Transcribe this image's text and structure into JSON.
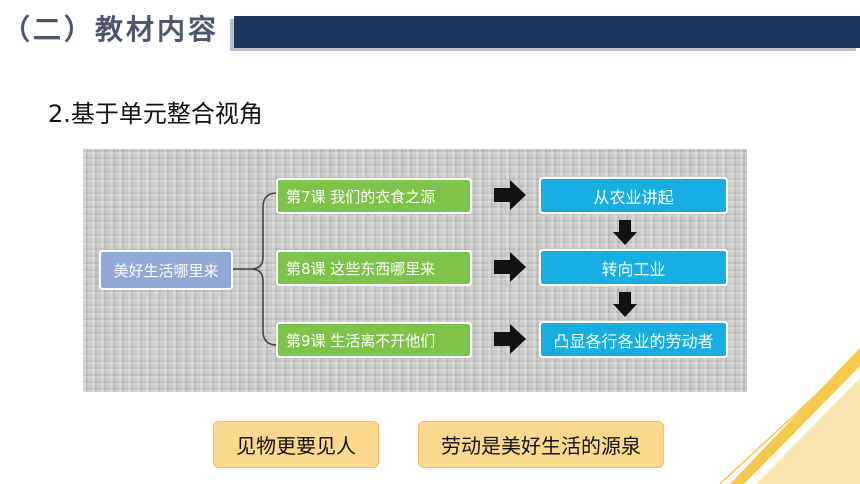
{
  "header": {
    "section_title": "（二）教材内容",
    "subtitle": "2.基于单元整合视角"
  },
  "diagram": {
    "root": "美好生活哪里来",
    "lessons": [
      "第7课 我们的衣食之源",
      "第8课 这些东西哪里来",
      "第9课 生活离不开他们"
    ],
    "outcomes": [
      "从农业讲起",
      "转向工业",
      "凸显各行各业的劳动者"
    ]
  },
  "footer": {
    "badge_left": "见物更要见人",
    "badge_right": "劳动是美好生活的源泉"
  },
  "colors": {
    "title_bar": "#1f3864",
    "root_box": "#8fa8d8",
    "lesson_box": "#7cc447",
    "outcome_box": "#17aee6",
    "badge": "#fcd98c",
    "accent": "#f7c948"
  }
}
